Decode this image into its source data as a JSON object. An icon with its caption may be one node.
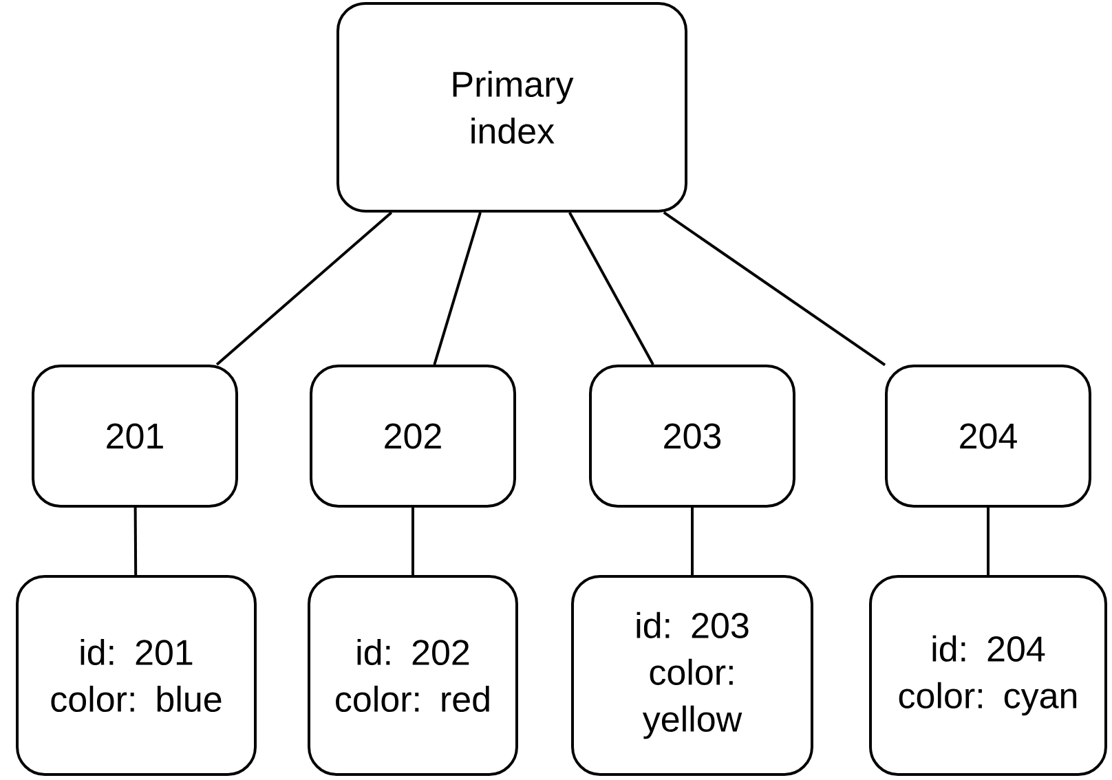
{
  "diagram": {
    "nodes": [
      {
        "text": [
          "Primary index"
        ]
      },
      {
        "text": [
          "201"
        ]
      },
      {
        "text": [
          "202"
        ]
      },
      {
        "text": [
          "203"
        ]
      },
      {
        "text": [
          "204"
        ]
      },
      {
        "text": [
          "id: 201 color: blue"
        ]
      },
      {
        "text": [
          "id: 202 color: red"
        ]
      },
      {
        "text": [
          "id: 203 color: yellow"
        ]
      },
      {
        "text": [
          "id: 204 color: cyan"
        ]
      }
    ],
    "edges": [
      {
        "from": 0,
        "to": 1,
        "arrow": "none"
      },
      {
        "from": 0,
        "to": 2,
        "arrow": "none"
      },
      {
        "from": 0,
        "to": 3,
        "arrow": "none"
      },
      {
        "from": 0,
        "to": 4,
        "arrow": "none"
      },
      {
        "from": 1,
        "to": 5,
        "arrow": "none"
      },
      {
        "from": 2,
        "to": 6,
        "arrow": "none"
      },
      {
        "from": 3,
        "to": 7,
        "arrow": "none"
      },
      {
        "from": 4,
        "to": 8,
        "arrow": "none"
      }
    ]
  }
}
